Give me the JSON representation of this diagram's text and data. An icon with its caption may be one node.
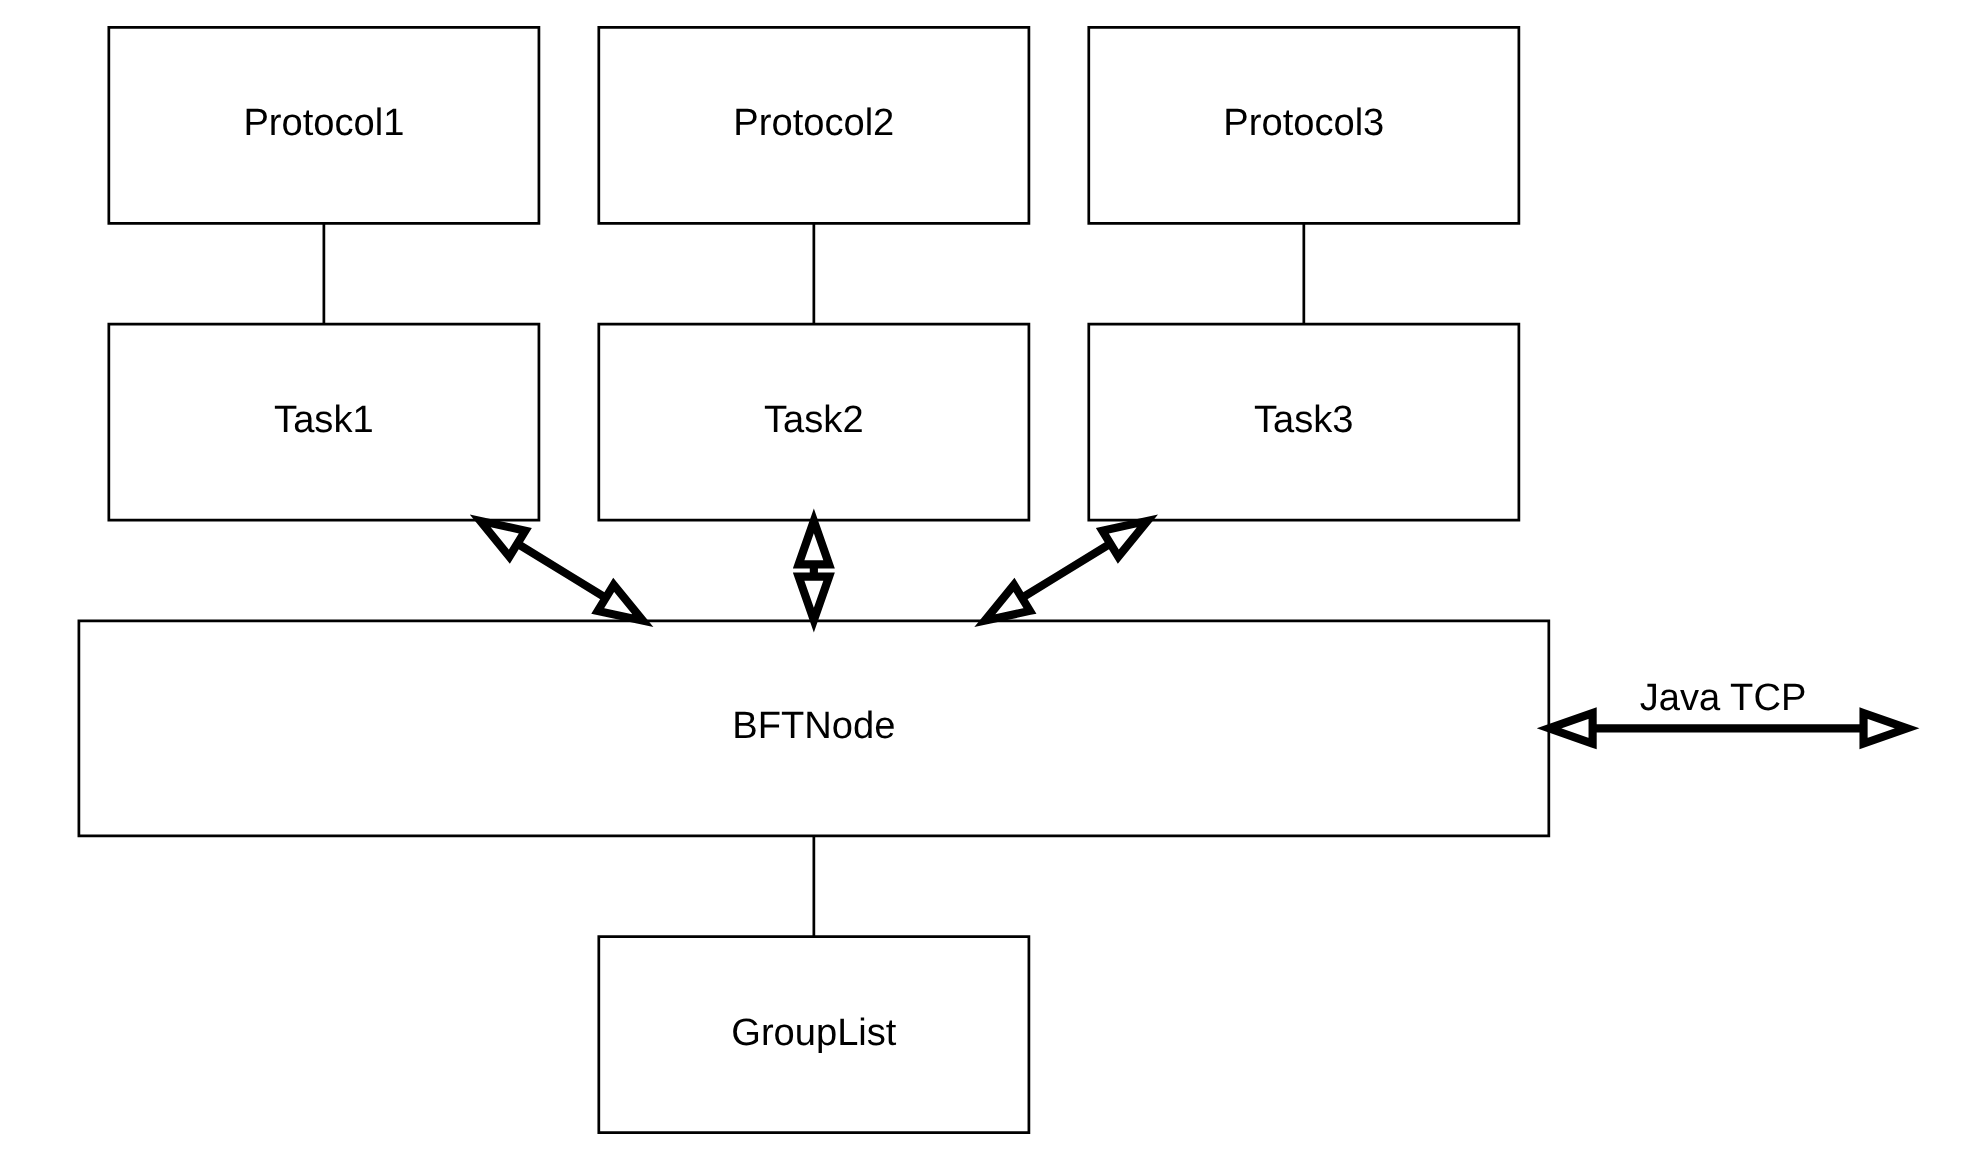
{
  "diagram": {
    "nodes": [
      {
        "text": [
          "Protocol1"
        ]
      },
      {
        "text": [
          "Protocol2"
        ]
      },
      {
        "text": [
          "Protocol3"
        ]
      },
      {
        "text": [
          "Task1"
        ]
      },
      {
        "text": [
          "Task2"
        ]
      },
      {
        "text": [
          "Task3"
        ]
      },
      {
        "text": [
          "BFTNode"
        ]
      },
      {
        "text": [
          "GroupList"
        ]
      }
    ],
    "edges": [
      {
        "from": 0,
        "to": 3,
        "arrow": "none"
      },
      {
        "from": 1,
        "to": 4,
        "arrow": "none"
      },
      {
        "from": 2,
        "to": 5,
        "arrow": "none"
      },
      {
        "from": 3,
        "to": 6,
        "arrow": "both",
        "style": "thick"
      },
      {
        "from": 4,
        "to": 6,
        "arrow": "both",
        "style": "thick"
      },
      {
        "from": 5,
        "to": 6,
        "arrow": "both",
        "style": "thick"
      },
      {
        "from": 6,
        "to": null,
        "arrow": "both",
        "style": "thick",
        "label": "Java TCP"
      },
      {
        "from": 6,
        "to": 7,
        "arrow": "none"
      }
    ]
  }
}
